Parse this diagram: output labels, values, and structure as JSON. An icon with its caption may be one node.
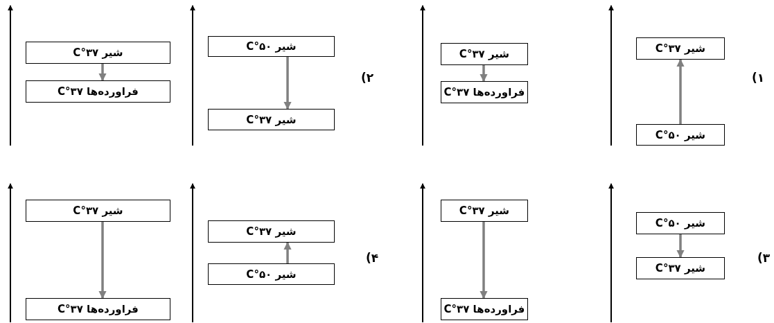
{
  "diagram": {
    "nodes": [
      {
        "text": [
          "شیر ۳۷°C"
        ]
      },
      {
        "text": [
          "شیر ۵۰°C"
        ]
      },
      {
        "text": [
          "شیر ۳۷°C"
        ]
      },
      {
        "text": [
          "فراورده‌ها ۳۷°C"
        ]
      },
      {
        "text": [
          "شیر ۵۰°C"
        ]
      },
      {
        "text": [
          "شیر ۳۷°C"
        ]
      },
      {
        "text": [
          "شیر ۳۷°C"
        ]
      },
      {
        "text": [
          "فراورده‌ها ۳۷°C"
        ]
      },
      {
        "text": [
          "شیر ۵۰°C"
        ]
      },
      {
        "text": [
          "شیر ۳۷°C"
        ]
      },
      {
        "text": [
          "شیر ۳۷°C"
        ]
      },
      {
        "text": [
          "فراورده‌ها ۳۷°C"
        ]
      },
      {
        "text": [
          "شیر ۳۷°C"
        ]
      },
      {
        "text": [
          "شیر ۵۰°C"
        ]
      },
      {
        "text": [
          "شیر ۳۷°C"
        ]
      },
      {
        "text": [
          "فراورده‌ها ۳۷°C"
        ]
      }
    ],
    "edges": [
      {
        "from": 1,
        "to": 0,
        "arrow": "to"
      },
      {
        "from": 2,
        "to": 3,
        "arrow": "to"
      },
      {
        "from": 4,
        "to": 5,
        "arrow": "to"
      },
      {
        "from": 6,
        "to": 7,
        "arrow": "to"
      },
      {
        "from": 8,
        "to": 9,
        "arrow": "to"
      },
      {
        "from": 10,
        "to": 11,
        "arrow": "to"
      },
      {
        "from": 13,
        "to": 12,
        "arrow": "to"
      },
      {
        "from": 14,
        "to": 15,
        "arrow": "to"
      }
    ],
    "labels": [
      "۱)",
      "۲)",
      "۳)",
      "۴)"
    ]
  }
}
